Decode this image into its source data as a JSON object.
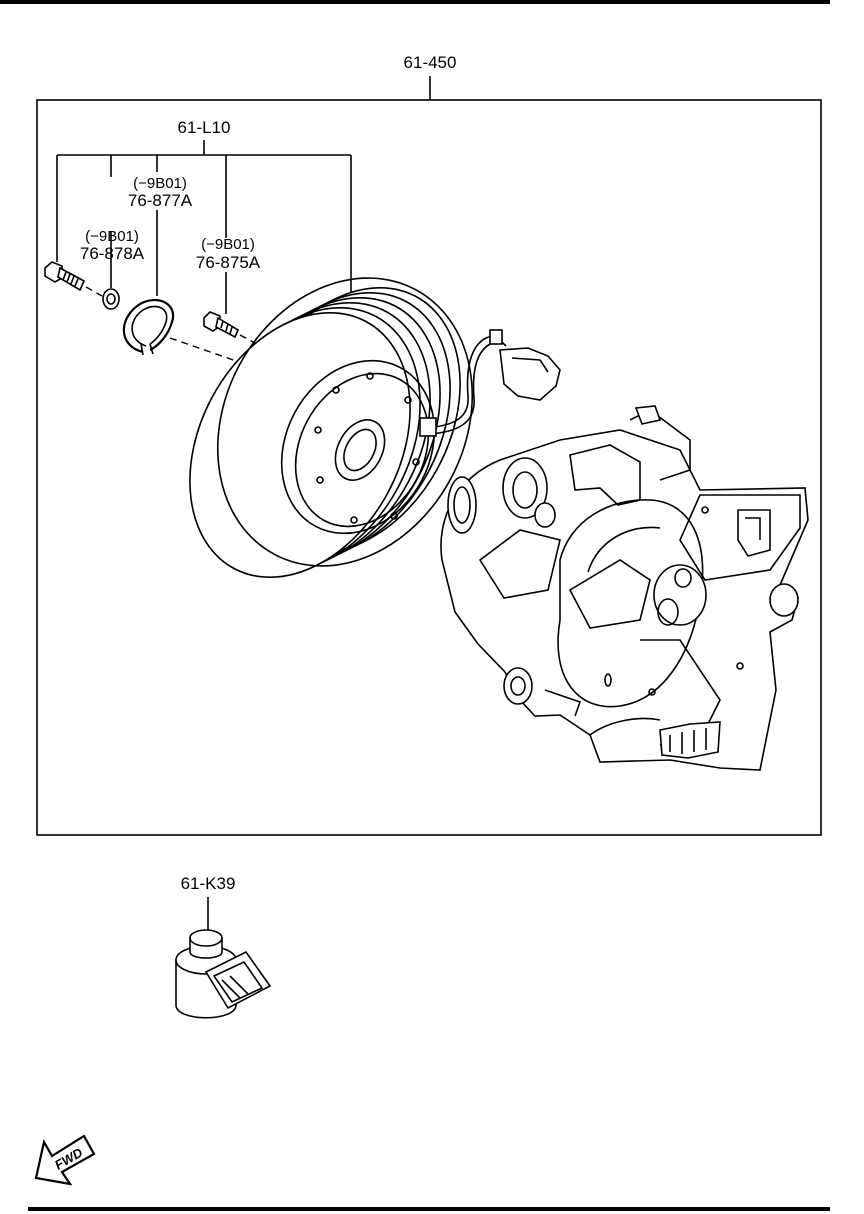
{
  "diagram": {
    "assembly_label": "61-450",
    "clutch_label": "61-L10",
    "parts": [
      {
        "id": "snap-ring",
        "code": "(−9B01)",
        "part_no": "76-877A"
      },
      {
        "id": "washer",
        "code": "(−9B01)",
        "part_no": "76-878A"
      },
      {
        "id": "bolt",
        "code": "(−9B01)",
        "part_no": "76-875A"
      }
    ],
    "valve_label": "61-K39",
    "fwd_text": "FWD"
  }
}
